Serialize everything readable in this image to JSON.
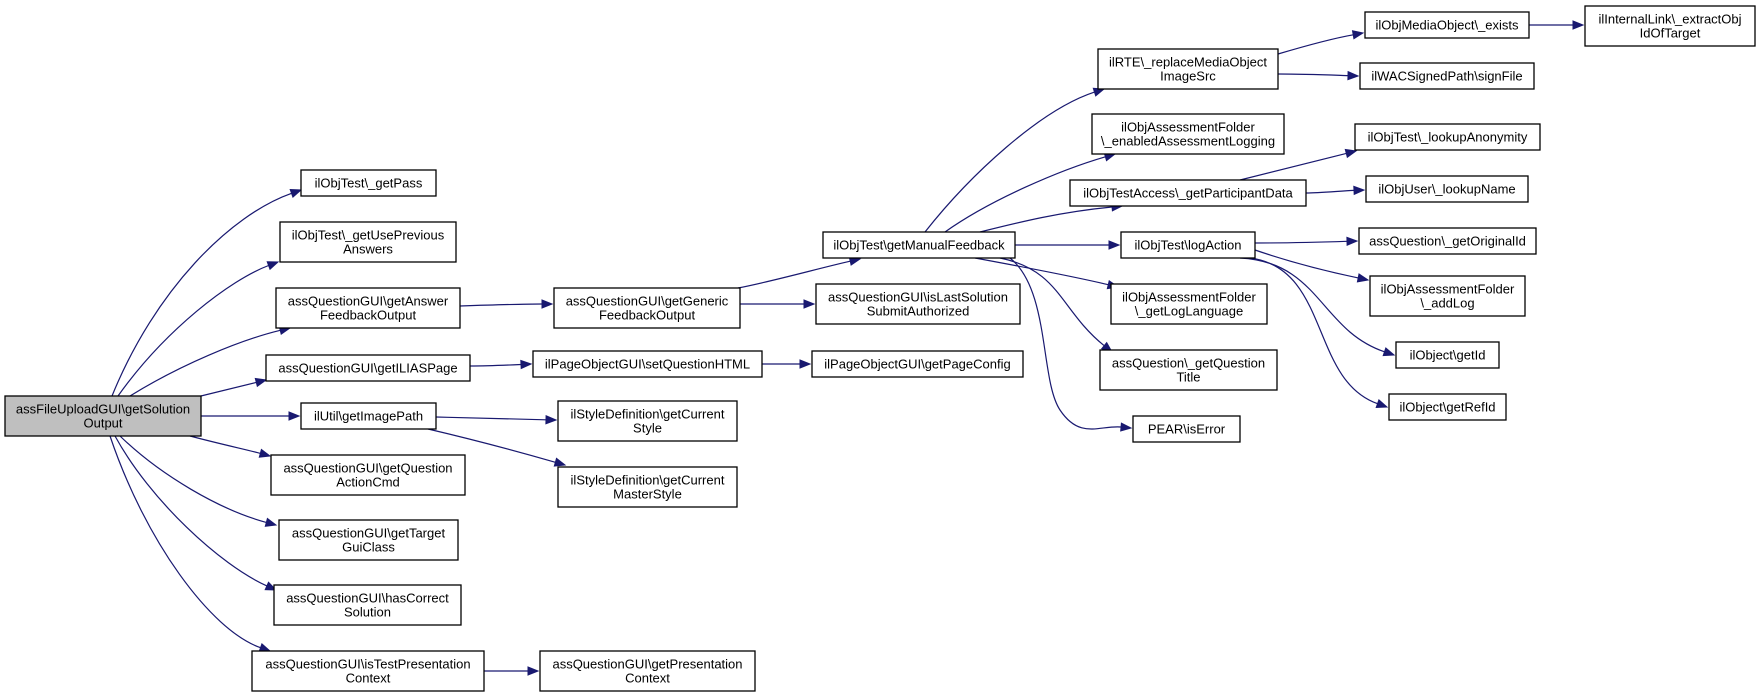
{
  "colors": {
    "edge": "#191970",
    "root_fill": "#bfbfbf",
    "node_fill": "#ffffff",
    "node_border": "#000000"
  },
  "nodes": [
    {
      "id": "root",
      "lines": [
        "assFileUploadGUI\\getSolution",
        "Output"
      ]
    },
    {
      "id": "getPass",
      "lines": [
        "ilObjTest\\_getPass"
      ]
    },
    {
      "id": "getUsePrev",
      "lines": [
        "ilObjTest\\_getUsePrevious",
        "Answers"
      ]
    },
    {
      "id": "getAnswerFb",
      "lines": [
        "assQuestionGUI\\getAnswer",
        "FeedbackOutput"
      ]
    },
    {
      "id": "getILIASPage",
      "lines": [
        "assQuestionGUI\\getILIASPage"
      ]
    },
    {
      "id": "getImagePath",
      "lines": [
        "ilUtil\\getImagePath"
      ]
    },
    {
      "id": "getQActionCmd",
      "lines": [
        "assQuestionGUI\\getQuestion",
        "ActionCmd"
      ]
    },
    {
      "id": "getTargetGui",
      "lines": [
        "assQuestionGUI\\getTarget",
        "GuiClass"
      ]
    },
    {
      "id": "hasCorrect",
      "lines": [
        "assQuestionGUI\\hasCorrect",
        "Solution"
      ]
    },
    {
      "id": "isTestPres",
      "lines": [
        "assQuestionGUI\\isTestPresentation",
        "Context"
      ]
    },
    {
      "id": "getGenericFb",
      "lines": [
        "assQuestionGUI\\getGeneric",
        "FeedbackOutput"
      ]
    },
    {
      "id": "setQuestionHTML",
      "lines": [
        "ilPageObjectGUI\\setQuestionHTML"
      ]
    },
    {
      "id": "getCurStyle",
      "lines": [
        "ilStyleDefinition\\getCurrent",
        "Style"
      ]
    },
    {
      "id": "getCurMaster",
      "lines": [
        "ilStyleDefinition\\getCurrent",
        "MasterStyle"
      ]
    },
    {
      "id": "getPresCtx",
      "lines": [
        "assQuestionGUI\\getPresentation",
        "Context"
      ]
    },
    {
      "id": "getManualFb",
      "lines": [
        "ilObjTest\\getManualFeedback"
      ]
    },
    {
      "id": "isLastSol",
      "lines": [
        "assQuestionGUI\\isLastSolution",
        "SubmitAuthorized"
      ]
    },
    {
      "id": "getPageConfig",
      "lines": [
        "ilPageObjectGUI\\getPageConfig"
      ]
    },
    {
      "id": "replaceMedia",
      "lines": [
        "ilRTE\\_replaceMediaObject",
        "ImageSrc"
      ]
    },
    {
      "id": "enabledLogging",
      "lines": [
        "ilObjAssessmentFolder",
        "\\_enabledAssessmentLogging"
      ]
    },
    {
      "id": "getParticipant",
      "lines": [
        "ilObjTestAccess\\_getParticipantData"
      ]
    },
    {
      "id": "logAction",
      "lines": [
        "ilObjTest\\logAction"
      ]
    },
    {
      "id": "getLogLang",
      "lines": [
        "ilObjAssessmentFolder",
        "\\_getLogLanguage"
      ]
    },
    {
      "id": "getQTitle",
      "lines": [
        "assQuestion\\_getQuestion",
        "Title"
      ]
    },
    {
      "id": "isError",
      "lines": [
        "PEAR\\isError"
      ]
    },
    {
      "id": "mediaExists",
      "lines": [
        "ilObjMediaObject\\_exists"
      ]
    },
    {
      "id": "signFile",
      "lines": [
        "ilWACSignedPath\\signFile"
      ]
    },
    {
      "id": "lookupAnon",
      "lines": [
        "ilObjTest\\_lookupAnonymity"
      ]
    },
    {
      "id": "lookupName",
      "lines": [
        "ilObjUser\\_lookupName"
      ]
    },
    {
      "id": "getOrigId",
      "lines": [
        "assQuestion\\_getOriginalId"
      ]
    },
    {
      "id": "addLog",
      "lines": [
        "ilObjAssessmentFolder",
        "\\_addLog"
      ]
    },
    {
      "id": "getId",
      "lines": [
        "ilObject\\getId"
      ]
    },
    {
      "id": "getRefId",
      "lines": [
        "ilObject\\getRefId"
      ]
    },
    {
      "id": "extractObj",
      "lines": [
        "ilInternalLink\\_extractObj",
        "IdOfTarget"
      ]
    }
  ],
  "edges": [
    [
      "root",
      "getPass"
    ],
    [
      "root",
      "getUsePrev"
    ],
    [
      "root",
      "getAnswerFb"
    ],
    [
      "root",
      "getILIASPage"
    ],
    [
      "root",
      "getImagePath"
    ],
    [
      "root",
      "getQActionCmd"
    ],
    [
      "root",
      "getTargetGui"
    ],
    [
      "root",
      "hasCorrect"
    ],
    [
      "root",
      "isTestPres"
    ],
    [
      "getAnswerFb",
      "getGenericFb"
    ],
    [
      "getILIASPage",
      "setQuestionHTML"
    ],
    [
      "getImagePath",
      "getCurStyle"
    ],
    [
      "getImagePath",
      "getCurMaster"
    ],
    [
      "isTestPres",
      "getPresCtx"
    ],
    [
      "getGenericFb",
      "getManualFb"
    ],
    [
      "getGenericFb",
      "isLastSol"
    ],
    [
      "setQuestionHTML",
      "getPageConfig"
    ],
    [
      "getManualFb",
      "replaceMedia"
    ],
    [
      "getManualFb",
      "enabledLogging"
    ],
    [
      "getManualFb",
      "getParticipant"
    ],
    [
      "getManualFb",
      "logAction"
    ],
    [
      "getManualFb",
      "getLogLang"
    ],
    [
      "getManualFb",
      "getQTitle"
    ],
    [
      "getManualFb",
      "isError"
    ],
    [
      "replaceMedia",
      "mediaExists"
    ],
    [
      "replaceMedia",
      "signFile"
    ],
    [
      "getParticipant",
      "lookupAnon"
    ],
    [
      "getParticipant",
      "lookupName"
    ],
    [
      "logAction",
      "getOrigId"
    ],
    [
      "logAction",
      "addLog"
    ],
    [
      "logAction",
      "getId"
    ],
    [
      "logAction",
      "getRefId"
    ],
    [
      "mediaExists",
      "extractObj"
    ]
  ]
}
